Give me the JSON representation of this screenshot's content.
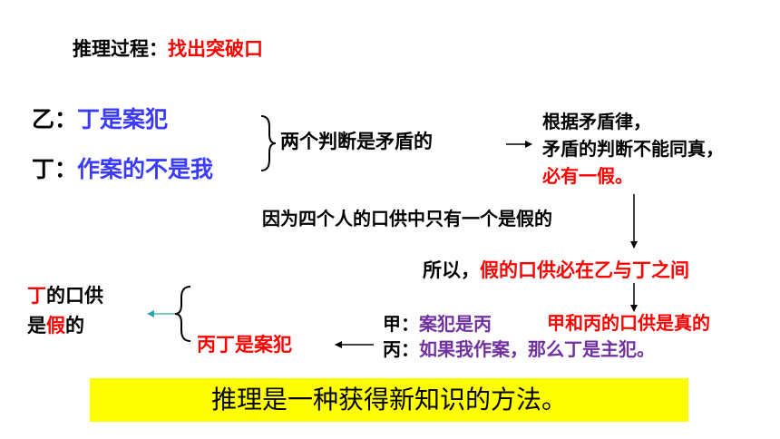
{
  "process": {
    "label": "推理过程：",
    "value": "找出突破口"
  },
  "yi": {
    "speaker": "乙：",
    "statement": "丁是案犯"
  },
  "ding": {
    "speaker": "丁：",
    "statement": "作案的不是我"
  },
  "contradiction": "两个判断是矛盾的",
  "rule": {
    "line1": "根据矛盾律，",
    "line2": "矛盾的判断不能同真，",
    "line3": "必有一假。"
  },
  "reason": "因为四个人的口供中只有一个是假的",
  "therefore": {
    "prefix": "所以，",
    "conclusion": "假的口供必在乙与丁之间"
  },
  "truth": "甲和丙的口供是真的",
  "jia": {
    "speaker": "甲：",
    "statement": "案犯是丙"
  },
  "bing": {
    "speaker": "丙：",
    "statement": "如果我作案，那么丁是主犯。"
  },
  "culprit": "丙丁是案犯",
  "ding_false": {
    "part1": "丁",
    "part2": "的口供",
    "part3": "是",
    "part4": "假",
    "part5": "的"
  },
  "banner": "推理是一种获得新知识的方法。",
  "colors": {
    "red": "#ff0000",
    "blue": "#3b3bff",
    "purple": "#7030a0",
    "banner": "#ffff00",
    "arrow_teal": "#2ca6a4"
  }
}
